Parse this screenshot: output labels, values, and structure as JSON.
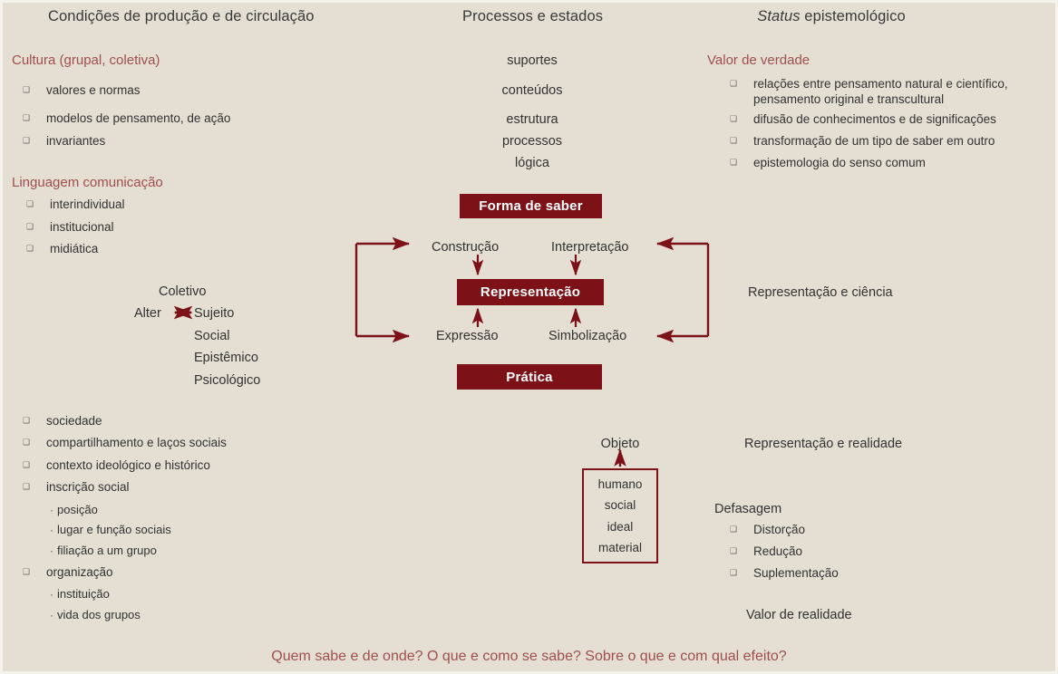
{
  "palette": {
    "background": "#e4ded3",
    "box_fill": "#7c1117",
    "box_text": "#ffffff",
    "heading_red": "#a04f4f",
    "body_text": "#333333",
    "arrow": "#7c1117"
  },
  "columns": {
    "left_title": "Condições de produção e de circulação",
    "center_title": "Processos e estados",
    "right_title_italic": "Status",
    "right_title_rest": " epistemológico"
  },
  "left_column": {
    "cultura": {
      "heading": "Cultura (grupal, coletiva)",
      "items": [
        "valores e normas",
        "modelos de pensamento, de ação",
        "invariantes"
      ]
    },
    "linguagem": {
      "heading": "Linguagem  comunicação",
      "items": [
        "interindividual",
        "institucional",
        "midiática"
      ]
    },
    "coletivo": {
      "title": "Coletivo",
      "alter": "Alter",
      "sujeito": "Sujeito",
      "levels": [
        "Social",
        "Epistêmico",
        "Psicológico"
      ]
    },
    "social_items": [
      "sociedade",
      "compartilhamento e laços sociais",
      "contexto ideológico e histórico",
      "inscrição social"
    ],
    "inscricao_sub": [
      "posição",
      "lugar e função sociais",
      "filiação a um grupo"
    ],
    "organizacao": "organização",
    "organizacao_sub": [
      "instituição",
      "vida dos grupos"
    ]
  },
  "center_column": {
    "top_items": [
      "suportes",
      "conteúdos",
      "estrutura",
      "processos",
      "lógica"
    ],
    "box_forma": "Forma de saber",
    "box_representacao": "Representação",
    "box_pratica": "Prática",
    "arrow_labels": {
      "top_left": "Construção",
      "top_right": "Interpretação",
      "bottom_left": "Expressão",
      "bottom_right": "Simbolização"
    },
    "objeto": {
      "label": "Objeto",
      "items": [
        "humano",
        "social",
        "ideal",
        "material"
      ]
    }
  },
  "right_column": {
    "valor_verdade": {
      "heading": "Valor de verdade",
      "items": [
        "relações entre pensamento natural e científico, pensamento original e transcultural",
        "difusão de conhecimentos e de significações",
        "transformação de um tipo de saber em outro",
        "epistemologia do senso comum"
      ]
    },
    "representacao_ciencia": "Representação e ciência",
    "representacao_realidade": "Representação e realidade",
    "defasagem": {
      "heading": "Defasagem",
      "items": [
        "Distorção",
        "Redução",
        "Suplementação"
      ]
    },
    "valor_realidade": "Valor de realidade"
  },
  "caption": "Quem sabe e de onde? O que e como se sabe? Sobre o que e com qual efeito?",
  "icons": {
    "bullet_square": "❑",
    "sub_bullet_dot": "·"
  }
}
